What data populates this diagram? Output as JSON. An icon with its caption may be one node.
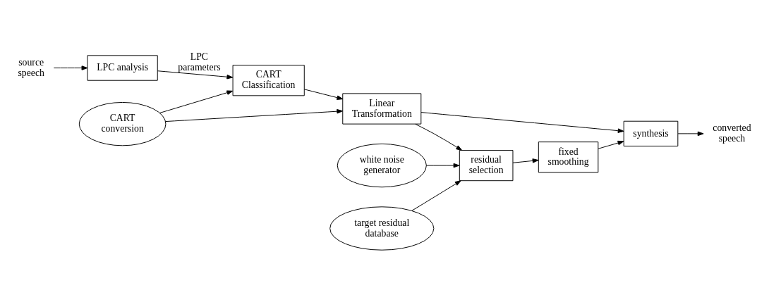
{
  "diagram": {
    "nodes": [
      {
        "text": [
          "source speech"
        ]
      },
      {
        "text": [
          "LPC analysis"
        ]
      },
      {
        "text": [
          "CART conversion"
        ]
      },
      {
        "text": [
          "CART Classification"
        ]
      },
      {
        "text": [
          "Linear Transformation"
        ]
      },
      {
        "text": [
          "synthesis"
        ]
      },
      {
        "text": [
          "converted speech"
        ]
      },
      {
        "text": [
          "residual selection"
        ]
      },
      {
        "text": [
          "fixed smoothing"
        ]
      },
      {
        "text": [
          "white noise generator"
        ]
      },
      {
        "text": [
          "target residual database"
        ]
      }
    ],
    "edges": [
      {
        "from": 0,
        "to": 1,
        "arrow": "to"
      },
      {
        "from": 1,
        "to": 3,
        "arrow": "to",
        "label": "LPC parameters"
      },
      {
        "from": 2,
        "to": 3,
        "arrow": "to"
      },
      {
        "from": 2,
        "to": 4,
        "arrow": "to"
      },
      {
        "from": 3,
        "to": 4,
        "arrow": "to"
      },
      {
        "from": 4,
        "to": 5,
        "arrow": "to"
      },
      {
        "from": 4,
        "to": 7,
        "arrow": "to"
      },
      {
        "from": 7,
        "to": 8,
        "arrow": "to"
      },
      {
        "from": 8,
        "to": 5,
        "arrow": "to"
      },
      {
        "from": 5,
        "to": 6,
        "arrow": "to"
      },
      {
        "from": 9,
        "to": 7,
        "arrow": "to"
      },
      {
        "from": 10,
        "to": 7,
        "arrow": "to"
      }
    ]
  }
}
